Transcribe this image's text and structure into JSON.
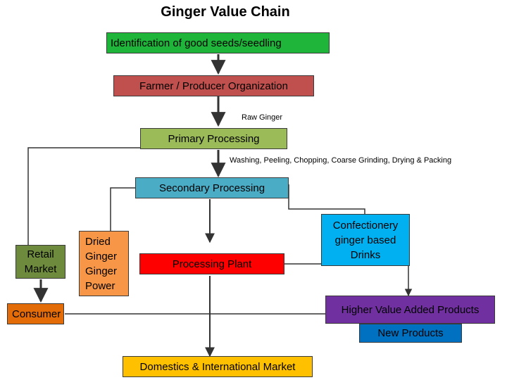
{
  "title": "Ginger Value Chain",
  "colors": {
    "green": "#1fb43a",
    "brick": "#c0504d",
    "olive": "#9bbb59",
    "teal": "#4bacc6",
    "moss": "#6e8b3d",
    "orange": "#f79646",
    "red": "#ff0000",
    "sky": "#00b0f0",
    "purple": "#7030a0",
    "blue": "#0070c0",
    "yellow": "#ffc000",
    "line": "#333333"
  },
  "nodes": {
    "seeds": "Identification of good  seeds/seedling",
    "farmer": "Farmer / Producer Organization",
    "primary": "Primary Processing",
    "secondary": "Secondary Processing",
    "retail": "Retail\nMarket",
    "dried": "Dried\nGinger\nGinger\nPower",
    "plant": "Processing Plant",
    "confectionery": "Confectionery\nginger based\nDrinks",
    "consumer": "Consumer",
    "higher": "Higher Value Added Products",
    "new_products": "New Products",
    "market": "Domestics & International Market"
  },
  "labels": {
    "raw": "Raw Ginger",
    "steps": "Washing, Peeling, Chopping, Coarse Grinding, Drying & Packing"
  }
}
